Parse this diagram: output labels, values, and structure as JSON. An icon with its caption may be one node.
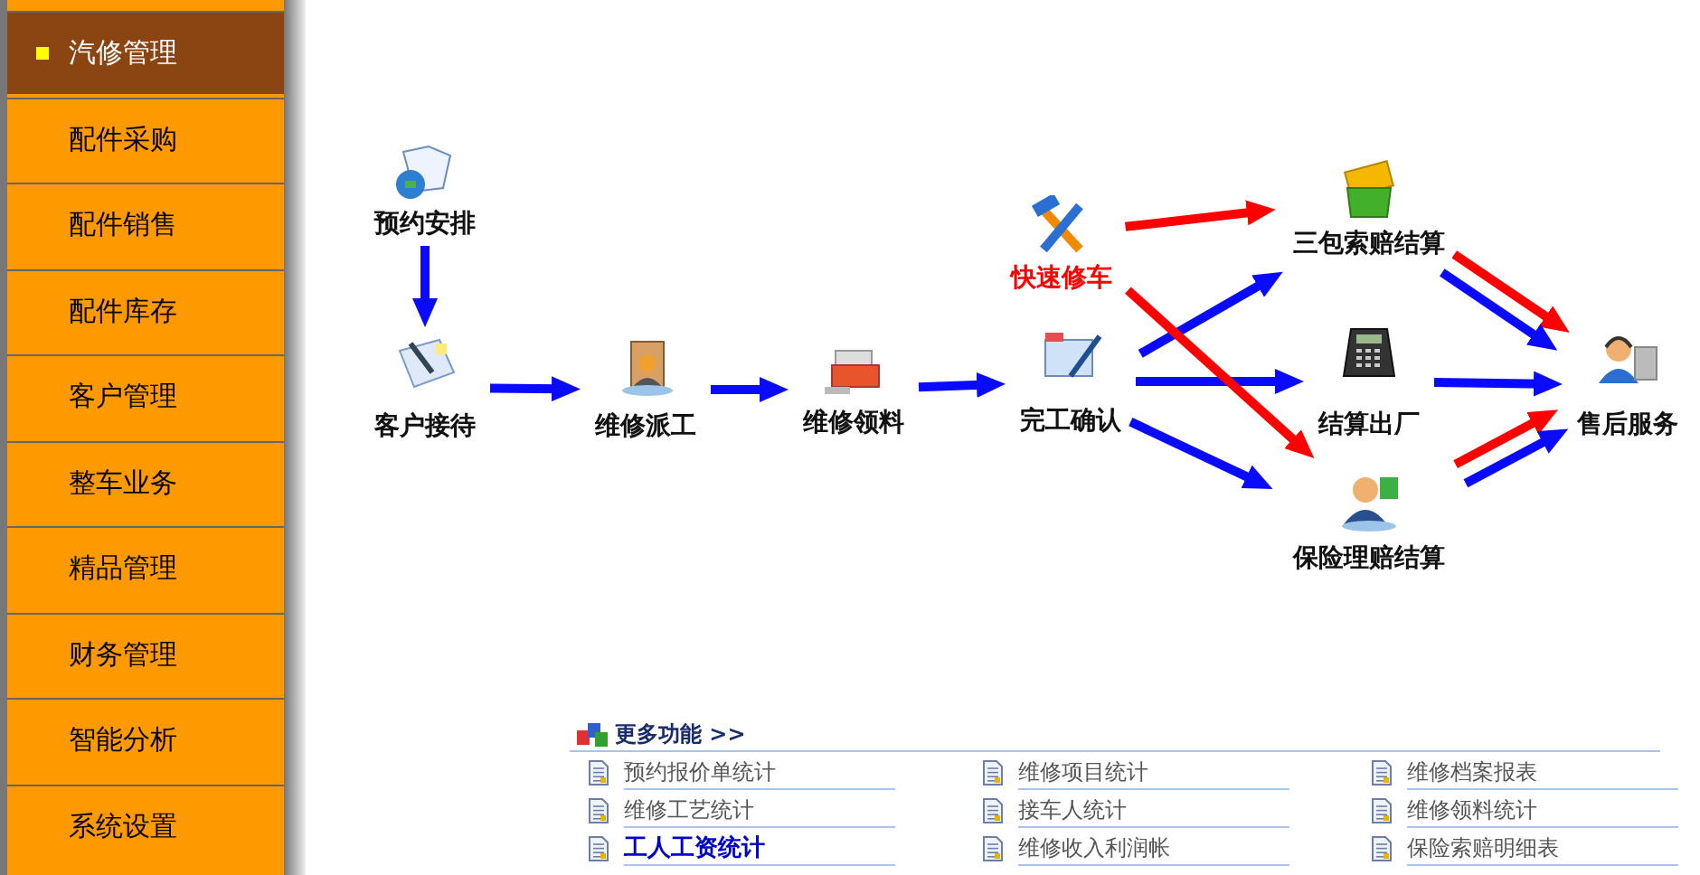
{
  "diagram": {
    "nodes": [
      {
        "text": [
          "预约安排"
        ]
      },
      {
        "text": [
          "客户接待"
        ]
      },
      {
        "text": [
          "维修派工"
        ]
      },
      {
        "text": [
          "维修领料"
        ]
      },
      {
        "text": [
          "完工确认"
        ]
      },
      {
        "text": [
          "快速修车"
        ]
      },
      {
        "text": [
          "三包索赔结算"
        ]
      },
      {
        "text": [
          "结算出厂"
        ]
      },
      {
        "text": [
          "保险理赔结算"
        ]
      },
      {
        "text": [
          "售后服务"
        ]
      }
    ],
    "edges": [
      {
        "from": 0,
        "to": 1,
        "arrow": "to"
      },
      {
        "from": 1,
        "to": 2,
        "arrow": "to"
      },
      {
        "from": 2,
        "to": 3,
        "arrow": "to"
      },
      {
        "from": 3,
        "to": 4,
        "arrow": "to"
      },
      {
        "from": 4,
        "to": 7,
        "arrow": "to"
      },
      {
        "from": 7,
        "to": 9,
        "arrow": "to"
      },
      {
        "from": 5,
        "to": 6,
        "arrow": "to",
        "color": "#ff0000"
      },
      {
        "from": 4,
        "to": 6,
        "arrow": "to"
      },
      {
        "from": 5,
        "to": 8,
        "arrow": "to",
        "color": "#ff0000"
      },
      {
        "from": 4,
        "to": 8,
        "arrow": "to"
      },
      {
        "from": 6,
        "to": 9,
        "arrow": "to",
        "color": "#ff0000"
      },
      {
        "from": 6,
        "to": 9,
        "arrow": "to"
      },
      {
        "from": 8,
        "to": 9,
        "arrow": "to",
        "color": "#ff0000"
      },
      {
        "from": 8,
        "to": 9,
        "arrow": "to"
      }
    ],
    "labels": [
      "汽修管理",
      "配件采购",
      "配件销售",
      "配件库存",
      "客户管理",
      "整车业务",
      "精品管理",
      "财务管理",
      "智能分析",
      "系统设置",
      "更多功能 >>",
      "预约报价单统计",
      "维修项目统计",
      "维修档案报表",
      "维修工艺统计",
      "接车人统计",
      "维修领料统计",
      "工人工资统计",
      "维修收入利润帐",
      "保险索赔明细表"
    ]
  }
}
